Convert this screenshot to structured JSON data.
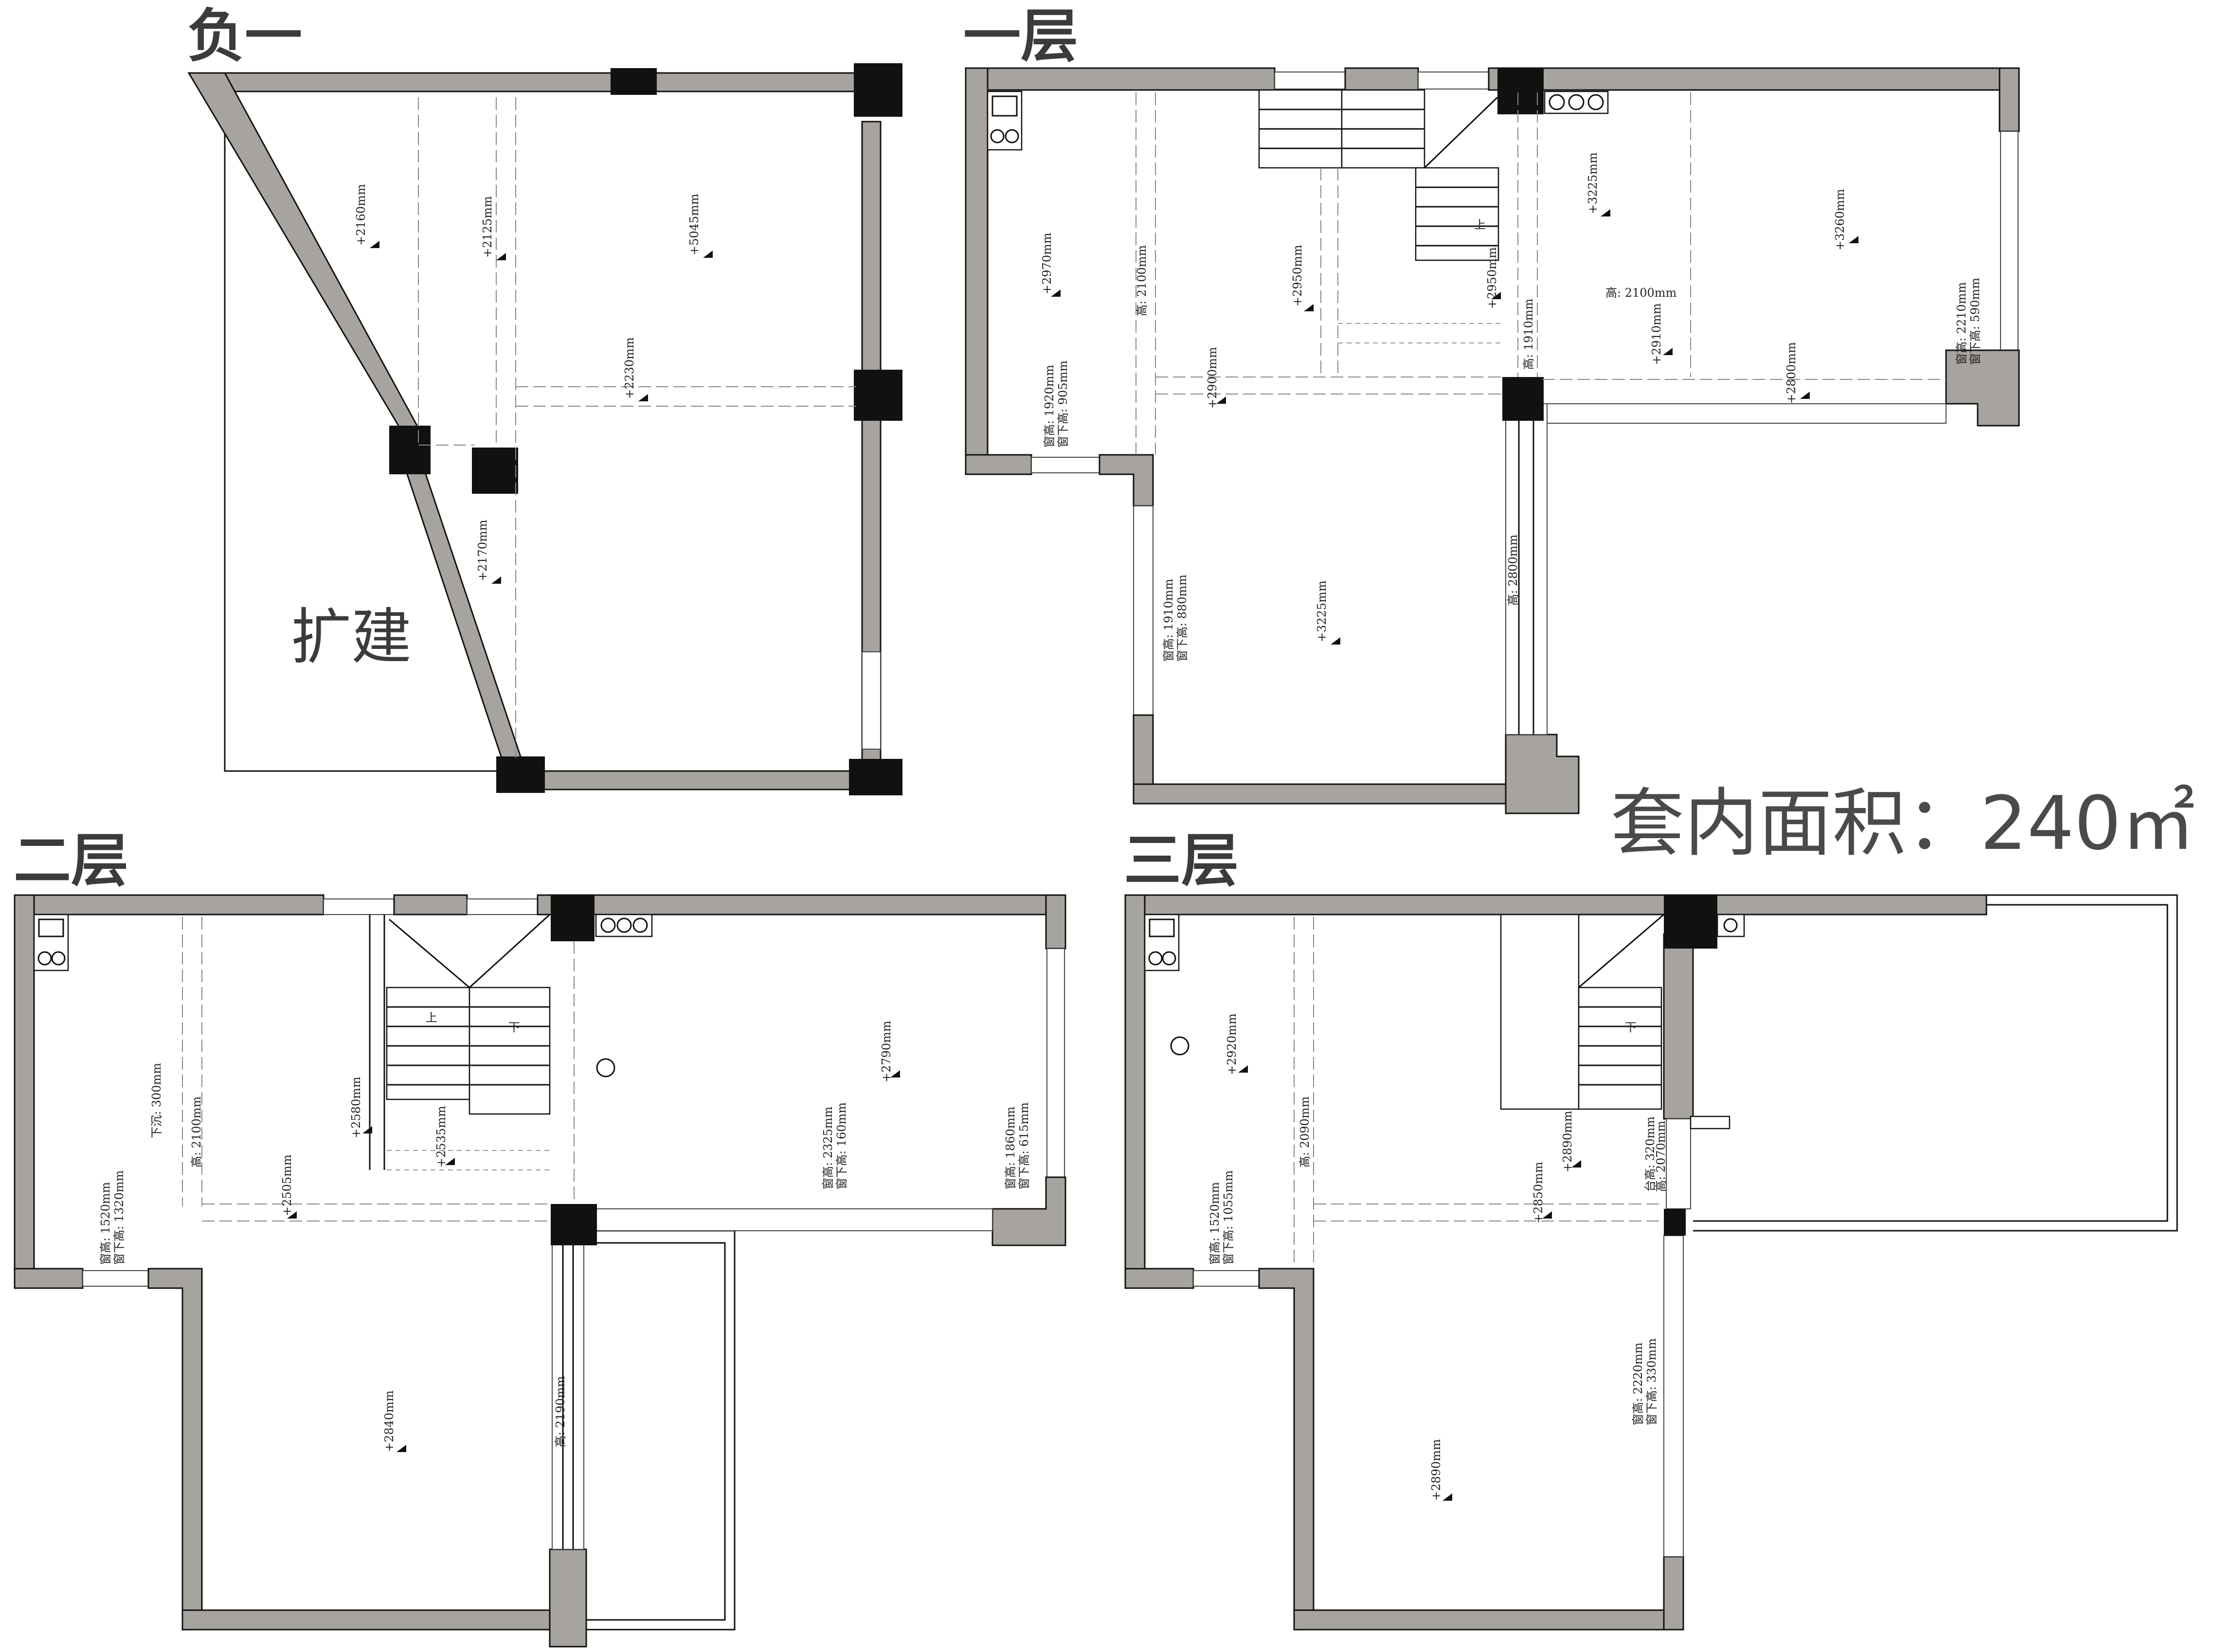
{
  "floors": {
    "b1": {
      "title": "负一",
      "extension_label": "扩建",
      "notes": [
        "+2160mm",
        "+2125mm",
        "+5045mm",
        "+2230mm",
        "+2170mm"
      ]
    },
    "f1": {
      "title": "一层",
      "notes": [
        "+2970mm",
        "高: 2100mm",
        "+2950mm",
        "+2950mm",
        "高: 1910mm",
        "+3225mm",
        "高: 2100mm",
        "+3260mm",
        "+2910mm",
        "窗高: 2210mm",
        "窗下高: 590mm",
        "窗高: 1920mm",
        "窗下高: 905mm",
        "+2900mm",
        "+2800mm",
        "窗高: 1910mm",
        "窗下高: 880mm",
        "+3225mm",
        "高: 2800mm",
        "上"
      ]
    },
    "f2": {
      "title": "二层",
      "notes": [
        "下沉: 300mm",
        "高: 2100mm",
        "窗高: 1520mm",
        "窗下高: 1320mm",
        "+2580mm",
        "+2535mm",
        "+2505mm",
        "+2790mm",
        "窗高: 2325mm",
        "窗下高: 160mm",
        "窗高: 1860mm",
        "窗下高: 615mm",
        "+2840mm",
        "高: 2190mm",
        "上",
        "下"
      ]
    },
    "f3": {
      "title": "三层",
      "notes": [
        "+2920mm",
        "窗高: 1520mm",
        "窗下高: 1055mm",
        "高: 2090mm",
        "+2890mm",
        "台高: 320mm",
        "高: 2070mm",
        "+2850mm",
        "窗高: 2220mm",
        "窗下高: 330mm",
        "+2890mm",
        "下"
      ]
    }
  },
  "summary": {
    "area_label": "套内面积：240㎡"
  }
}
